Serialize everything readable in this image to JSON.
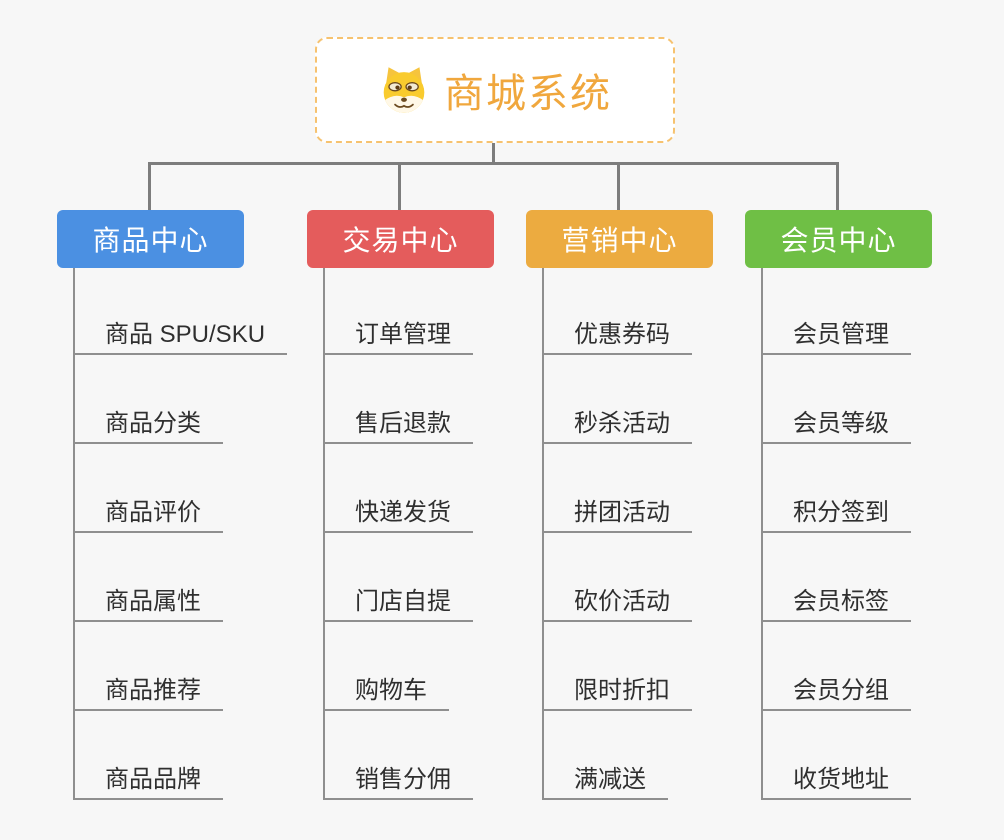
{
  "page": {
    "background": "#f7f7f7"
  },
  "root": {
    "title": "商城系统",
    "icon": "doge-icon",
    "accent_color": "#f0a73d",
    "border_color": "#f6c26f"
  },
  "branches": [
    {
      "label": "商品中心",
      "color": "#4b90e2",
      "items": [
        "商品 SPU/SKU",
        "商品分类",
        "商品评价",
        "商品属性",
        "商品推荐",
        "商品品牌"
      ]
    },
    {
      "label": "交易中心",
      "color": "#e45c5c",
      "items": [
        "订单管理",
        "售后退款",
        "快递发货",
        "门店自提",
        "购物车",
        "销售分佣"
      ]
    },
    {
      "label": "营销中心",
      "color": "#ecab40",
      "items": [
        "优惠券码",
        "秒杀活动",
        "拼团活动",
        "砍价活动",
        "限时折扣",
        "满减送"
      ]
    },
    {
      "label": "会员中心",
      "color": "#6fbf45",
      "items": [
        "会员管理",
        "会员等级",
        "积分签到",
        "会员标签",
        "会员分组",
        "收货地址"
      ]
    }
  ]
}
